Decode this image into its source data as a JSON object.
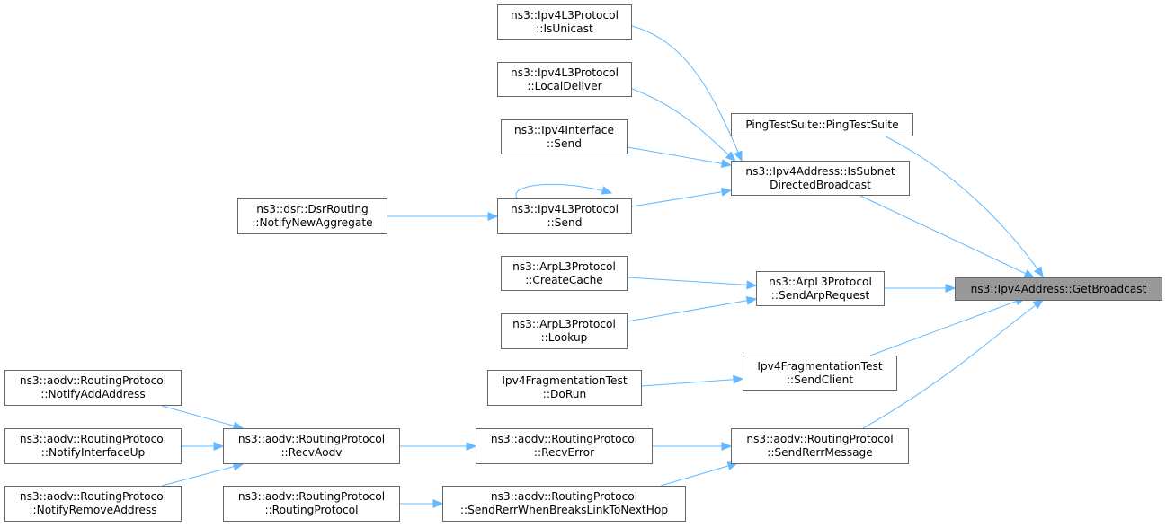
{
  "graph": {
    "colors": {
      "edge": "#63b8ff",
      "node_border": "#666666",
      "root_fill": "#999999",
      "node_fill": "#ffffff"
    },
    "nodes": {
      "getbroadcast": {
        "lines": [
          "ns3::Ipv4Address::GetBroadcast"
        ]
      },
      "issubnet": {
        "lines": [
          "ns3::Ipv4Address::IsSubnet",
          "DirectedBroadcast"
        ]
      },
      "pingtestsuite": {
        "lines": [
          "PingTestSuite::PingTestSuite"
        ]
      },
      "sendarprequest": {
        "lines": [
          "ns3::ArpL3Protocol",
          "::SendArpRequest"
        ]
      },
      "sendclient": {
        "lines": [
          "Ipv4FragmentationTest",
          "::SendClient"
        ]
      },
      "sendrerrmessage": {
        "lines": [
          "ns3::aodv::RoutingProtocol",
          "::SendRerrMessage"
        ]
      },
      "isunicast": {
        "lines": [
          "ns3::Ipv4L3Protocol",
          "::IsUnicast"
        ]
      },
      "localdeliver": {
        "lines": [
          "ns3::Ipv4L3Protocol",
          "::LocalDeliver"
        ]
      },
      "ipv4ifsend": {
        "lines": [
          "ns3::Ipv4Interface",
          "::Send"
        ]
      },
      "ipv4l3send": {
        "lines": [
          "ns3::Ipv4L3Protocol",
          "::Send"
        ]
      },
      "notifynewaggregate": {
        "lines": [
          "ns3::dsr::DsrRouting",
          "::NotifyNewAggregate"
        ]
      },
      "createcache": {
        "lines": [
          "ns3::ArpL3Protocol",
          "::CreateCache"
        ]
      },
      "lookup": {
        "lines": [
          "ns3::ArpL3Protocol",
          "::Lookup"
        ]
      },
      "dorun": {
        "lines": [
          "Ipv4FragmentationTest",
          "::DoRun"
        ]
      },
      "recverror": {
        "lines": [
          "ns3::aodv::RoutingProtocol",
          "::RecvError"
        ]
      },
      "sendrerrwhenbreaks": {
        "lines": [
          "ns3::aodv::RoutingProtocol",
          "::SendRerrWhenBreaksLinkToNextHop"
        ]
      },
      "recvaodv": {
        "lines": [
          "ns3::aodv::RoutingProtocol",
          "::RecvAodv"
        ]
      },
      "routingprotocol": {
        "lines": [
          "ns3::aodv::RoutingProtocol",
          "::RoutingProtocol"
        ]
      },
      "notifyaddaddress": {
        "lines": [
          "ns3::aodv::RoutingProtocol",
          "::NotifyAddAddress"
        ]
      },
      "notifyinterfaceup": {
        "lines": [
          "ns3::aodv::RoutingProtocol",
          "::NotifyInterfaceUp"
        ]
      },
      "notifyremoveaddress": {
        "lines": [
          "ns3::aodv::RoutingProtocol",
          "::NotifyRemoveAddress"
        ]
      }
    },
    "edges": [
      [
        "issubnet",
        "getbroadcast"
      ],
      [
        "pingtestsuite",
        "getbroadcast"
      ],
      [
        "sendarprequest",
        "getbroadcast"
      ],
      [
        "sendclient",
        "getbroadcast"
      ],
      [
        "sendrerrmessage",
        "getbroadcast"
      ],
      [
        "isunicast",
        "issubnet"
      ],
      [
        "localdeliver",
        "issubnet"
      ],
      [
        "ipv4ifsend",
        "issubnet"
      ],
      [
        "ipv4l3send",
        "issubnet"
      ],
      [
        "ipv4l3send",
        "ipv4l3send"
      ],
      [
        "notifynewaggregate",
        "ipv4l3send"
      ],
      [
        "createcache",
        "sendarprequest"
      ],
      [
        "lookup",
        "sendarprequest"
      ],
      [
        "dorun",
        "sendclient"
      ],
      [
        "recverror",
        "sendrerrmessage"
      ],
      [
        "sendrerrwhenbreaks",
        "sendrerrmessage"
      ],
      [
        "recvaodv",
        "recverror"
      ],
      [
        "routingprotocol",
        "sendrerrwhenbreaks"
      ],
      [
        "notifyaddaddress",
        "recvaodv"
      ],
      [
        "notifyinterfaceup",
        "recvaodv"
      ],
      [
        "notifyremoveaddress",
        "recvaodv"
      ]
    ]
  }
}
